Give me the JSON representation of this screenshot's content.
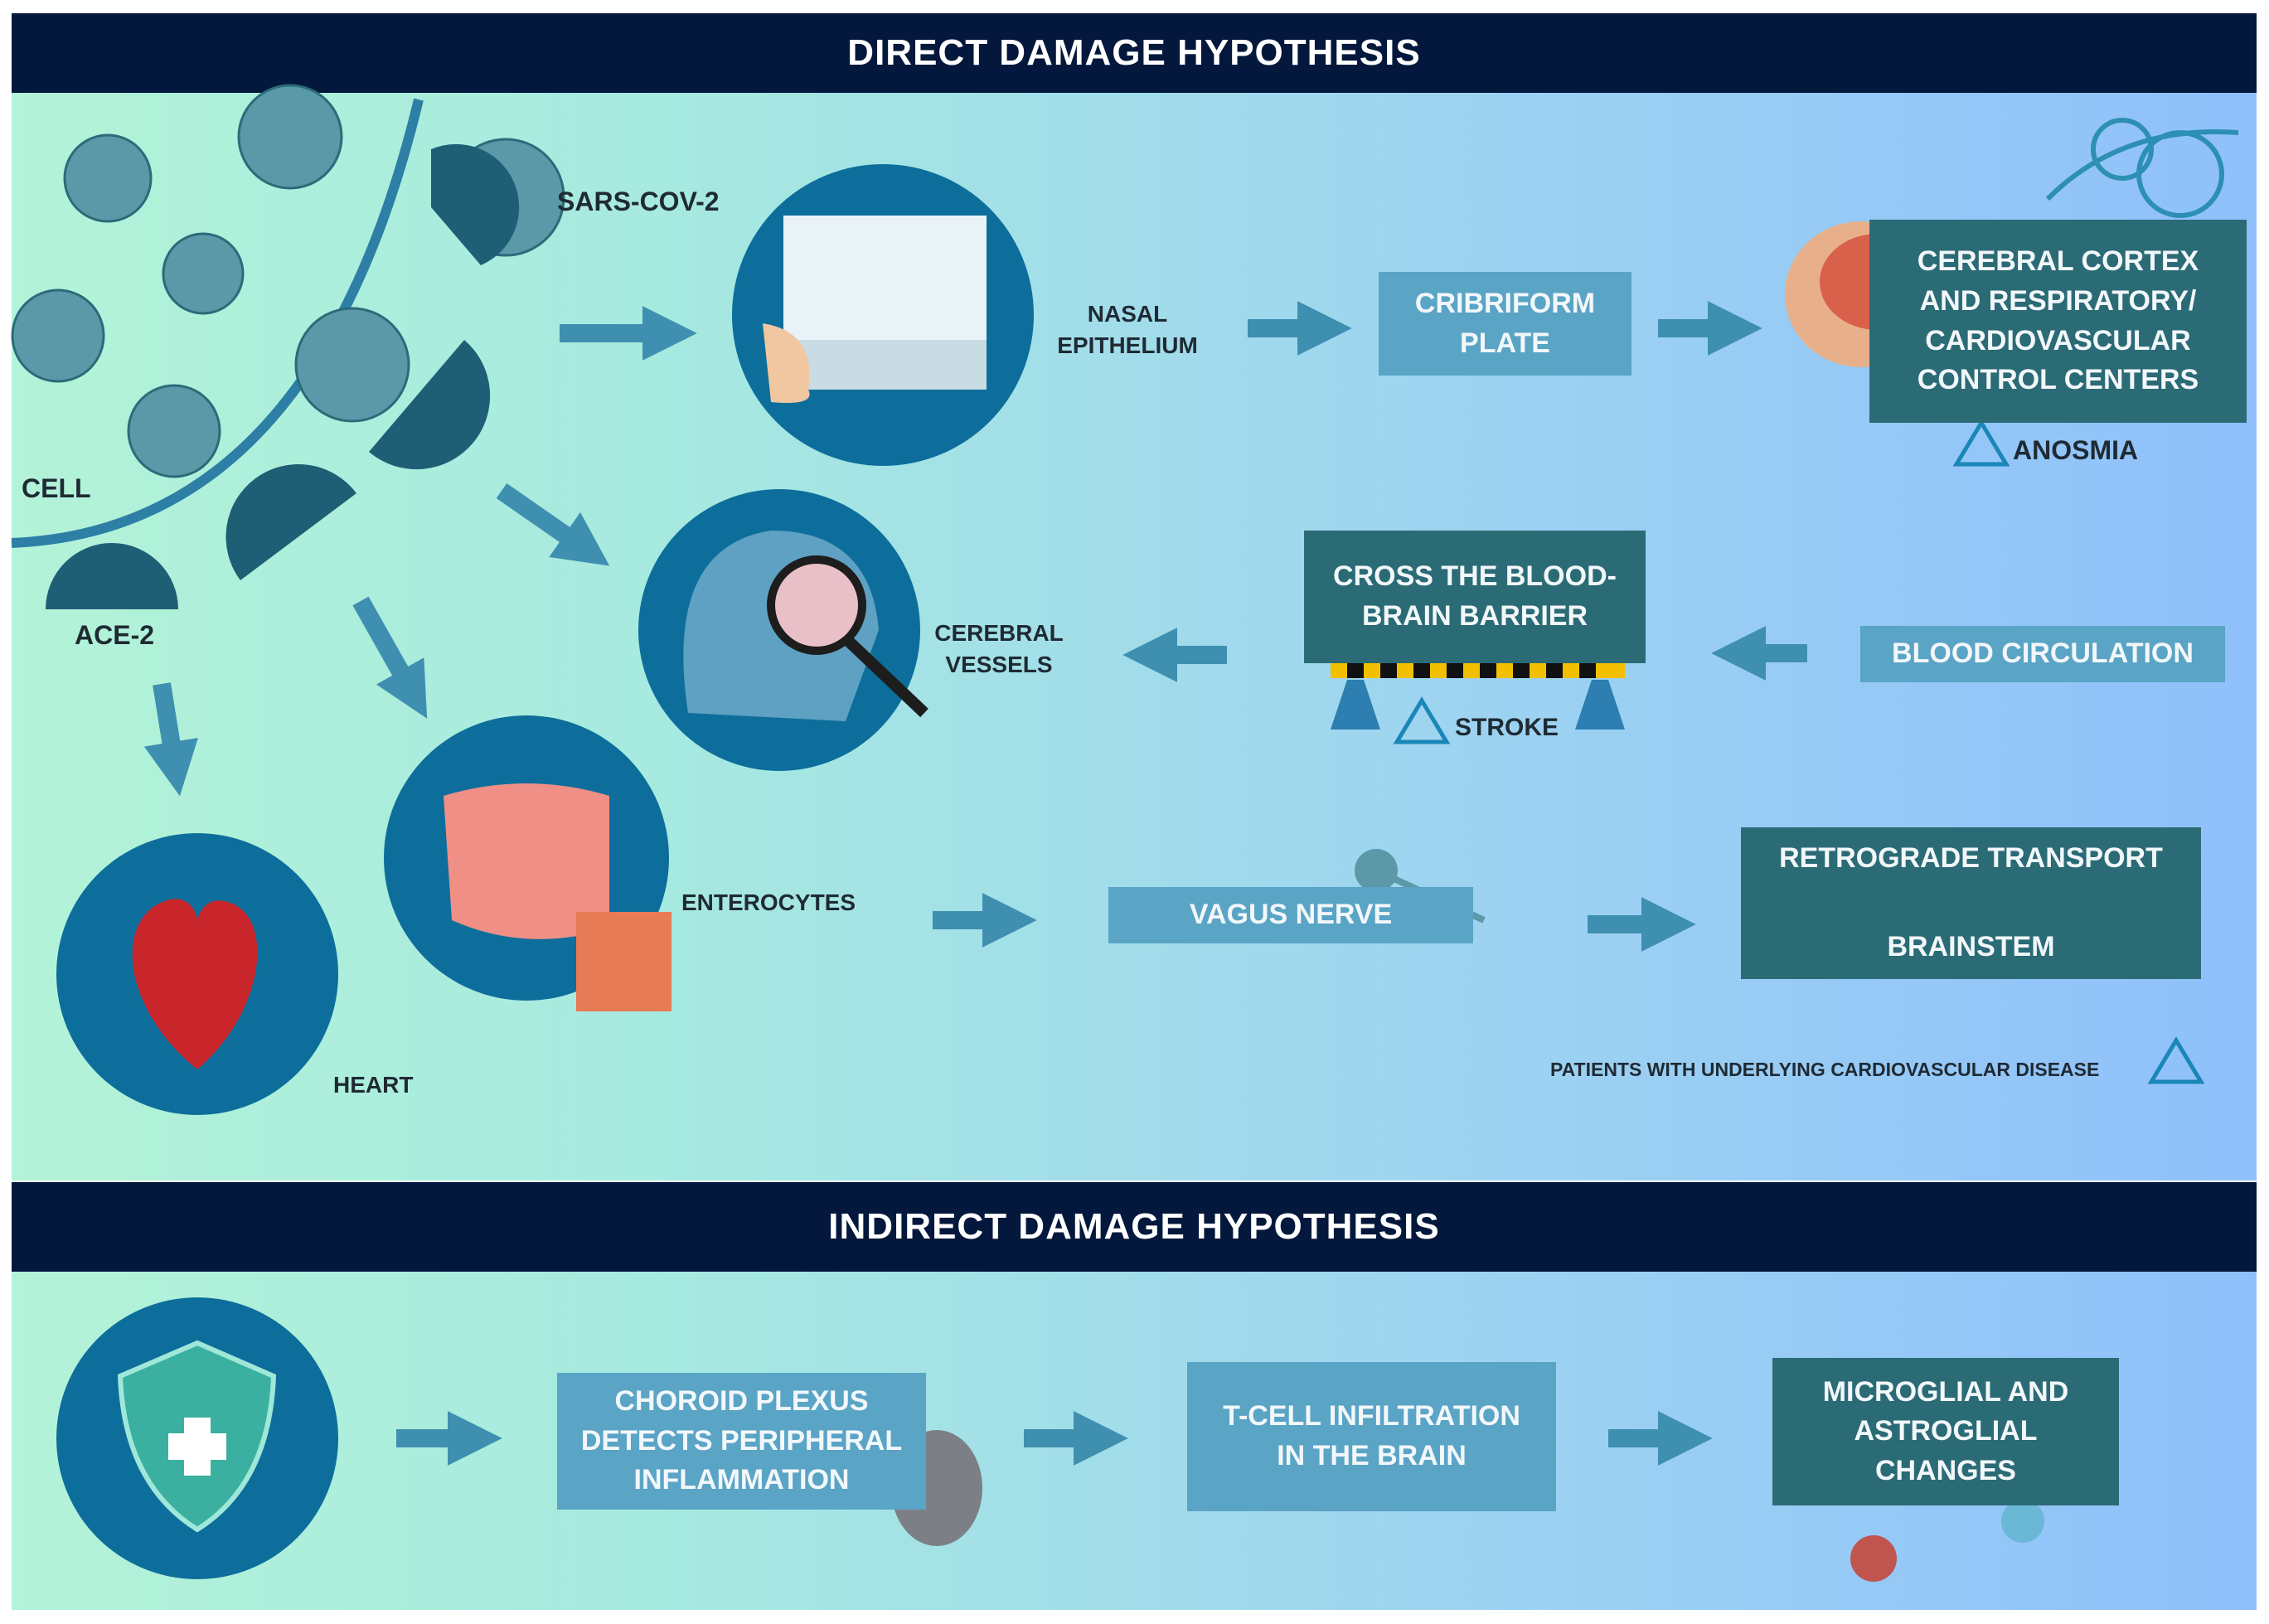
{
  "headers": {
    "direct": "DIRECT DAMAGE HYPOTHESIS",
    "indirect": "INDIRECT DAMAGE HYPOTHESIS"
  },
  "labels": {
    "sars": "SARS-COV-2",
    "cell": "CELL",
    "ace2": "ACE-2",
    "nasal": "NASAL\nEPITHELIUM",
    "cerebral_vessels": "CEREBRAL\nVESSELS",
    "enterocytes": "ENTEROCYTES",
    "heart": "HEART",
    "anosmia": "ANOSMIA",
    "stroke": "STROKE",
    "patients": "PATIENTS WITH UNDERLYING CARDIOVASCULAR DISEASE"
  },
  "boxes": {
    "cribriform": "CRIBRIFORM\nPLATE",
    "cortex": "CEREBRAL CORTEX\nAND RESPIRATORY/\nCARDIOVASCULAR\nCONTROL CENTERS",
    "bbb": "CROSS THE BLOOD-\nBRAIN BARRIER",
    "blood": "BLOOD CIRCULATION",
    "vagus": "VAGUS NERVE",
    "retro_top": "RETROGRADE TRANSPORT",
    "retro_bottom": "BRAINSTEM",
    "choroid": "CHOROID PLEXUS\nDETECTS PERIPHERAL\nINFLAMMATION",
    "tcell": "T-CELL INFILTRATION\nIN THE BRAIN",
    "microglial": "MICROGLIAL AND\nASTROGLIAL\nCHANGES"
  },
  "colors": {
    "header_bg": "#03183c",
    "box_light": "#5aa4c6",
    "box_dark": "#2b6b76",
    "arrow": "#3f8fb0",
    "circle": "#0d6e9b",
    "warning": "#1b86b8"
  }
}
